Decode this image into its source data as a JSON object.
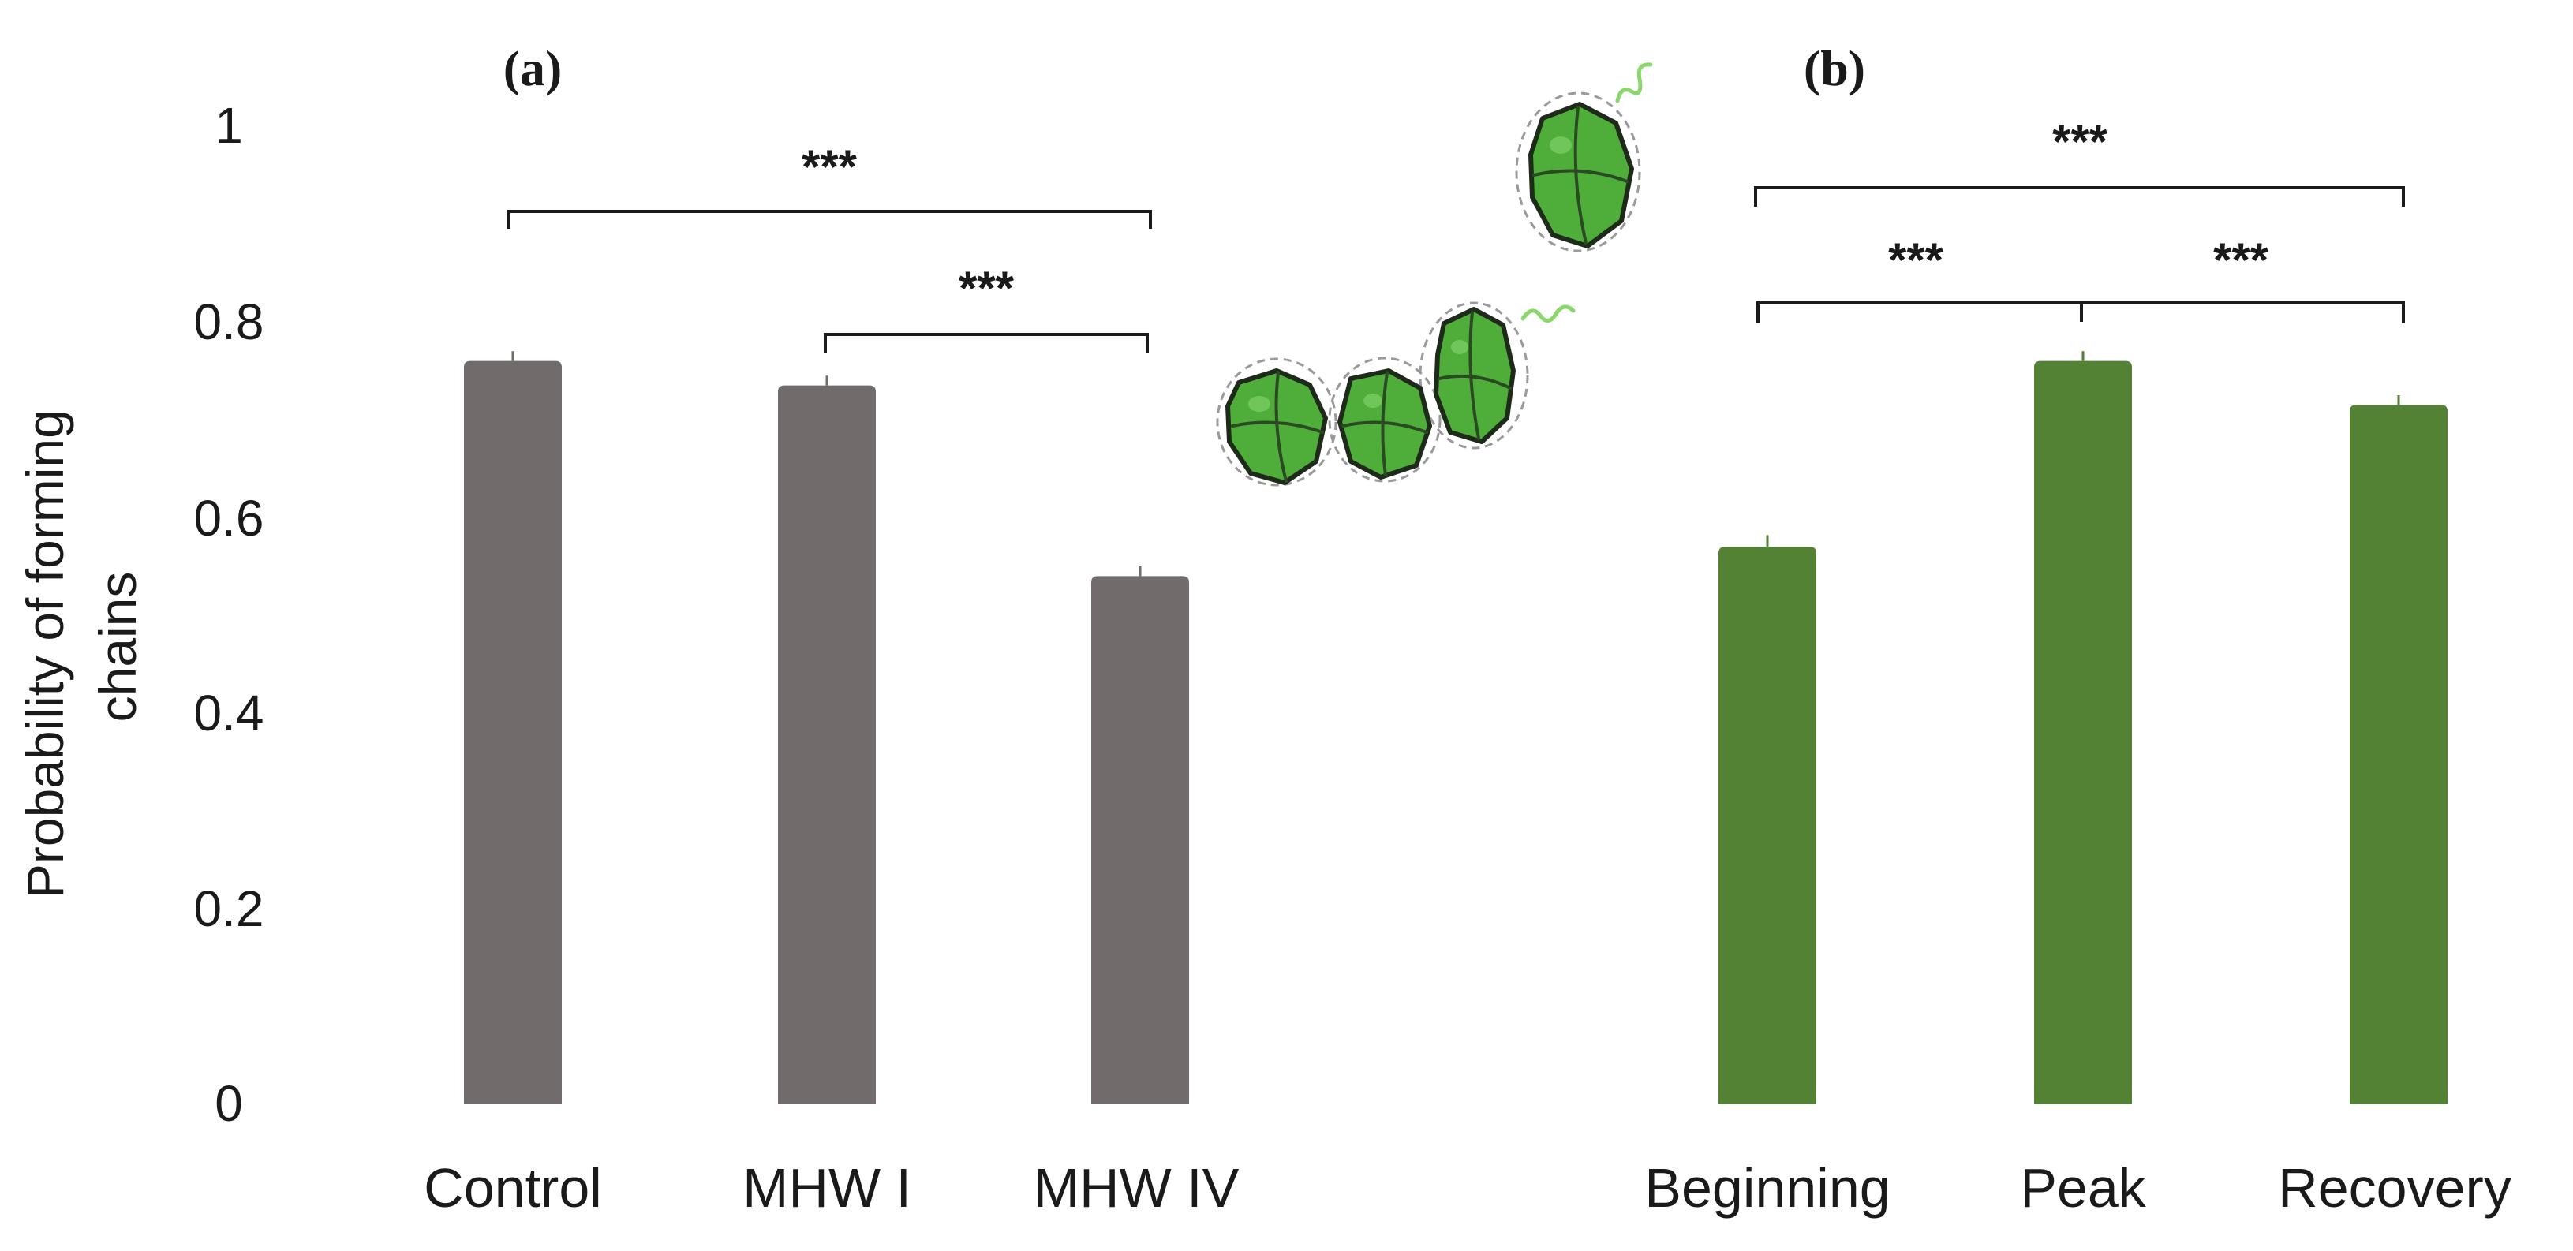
{
  "colors": {
    "background": "#ffffff",
    "text": "#1a1a1a",
    "gray_bar": "#716b6b",
    "green_bar": "#548235",
    "cell_fill": "#4fae3a",
    "cell_fill_light": "#7fd06a",
    "cell_outline": "#1e2a1a",
    "envelope": "#9a9a9a",
    "flagellum": "#8bd66d"
  },
  "y_axis": {
    "label_line1": "Probability of forming",
    "label_line2": "chains",
    "ticks": [
      "0",
      "0.2",
      "0.4",
      "0.6",
      "0.8",
      "1"
    ]
  },
  "illustration": {
    "icon": "dinoflagellate-chain-icon"
  },
  "chart_data": [
    {
      "type": "bar",
      "panel_label": "(a)",
      "categories": [
        "Control",
        "MHW I",
        "MHW IV"
      ],
      "values": [
        0.76,
        0.735,
        0.54
      ],
      "error": [
        0.01,
        0.01,
        0.01
      ],
      "ylim": [
        0,
        1
      ],
      "yticks": [
        0,
        0.2,
        0.4,
        0.6,
        0.8,
        1
      ],
      "ylabel": "Probability of forming chains",
      "xlabel": "",
      "bar_color": "#716b6b",
      "significance": [
        {
          "from": 0,
          "to": 2,
          "label": "***"
        },
        {
          "from": 1,
          "to": 2,
          "label": "***"
        }
      ]
    },
    {
      "type": "bar",
      "panel_label": "(b)",
      "categories": [
        "Beginning",
        "Peak",
        "Recovery"
      ],
      "values": [
        0.57,
        0.76,
        0.715
      ],
      "error": [
        0.012,
        0.01,
        0.01
      ],
      "ylim": [
        0,
        1
      ],
      "yticks": [
        0,
        0.2,
        0.4,
        0.6,
        0.8,
        1
      ],
      "xlabel": "",
      "bar_color": "#548235",
      "significance": [
        {
          "from": 0,
          "to": 2,
          "label": "***"
        },
        {
          "from": 0,
          "to": 1,
          "label": "***"
        },
        {
          "from": 1,
          "to": 2,
          "label": "***"
        }
      ]
    }
  ]
}
